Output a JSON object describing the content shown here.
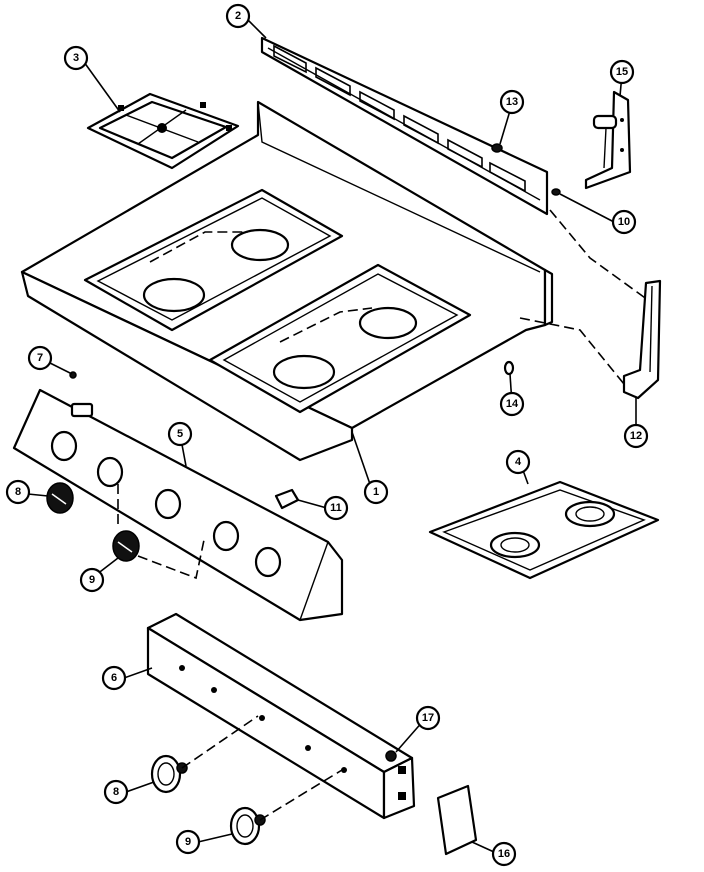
{
  "callouts": [
    {
      "id": "c1",
      "label": "1"
    },
    {
      "id": "c2",
      "label": "2"
    },
    {
      "id": "c3",
      "label": "3"
    },
    {
      "id": "c4",
      "label": "4"
    },
    {
      "id": "c5",
      "label": "5"
    },
    {
      "id": "c6",
      "label": "6"
    },
    {
      "id": "c7",
      "label": "7"
    },
    {
      "id": "c8a",
      "label": "8"
    },
    {
      "id": "c8b",
      "label": "8"
    },
    {
      "id": "c9a",
      "label": "9"
    },
    {
      "id": "c9b",
      "label": "9"
    },
    {
      "id": "c10",
      "label": "10"
    },
    {
      "id": "c11",
      "label": "11"
    },
    {
      "id": "c12",
      "label": "12"
    },
    {
      "id": "c13",
      "label": "13"
    },
    {
      "id": "c14",
      "label": "14"
    },
    {
      "id": "c15",
      "label": "15"
    },
    {
      "id": "c16",
      "label": "16"
    },
    {
      "id": "c17",
      "label": "17"
    }
  ]
}
